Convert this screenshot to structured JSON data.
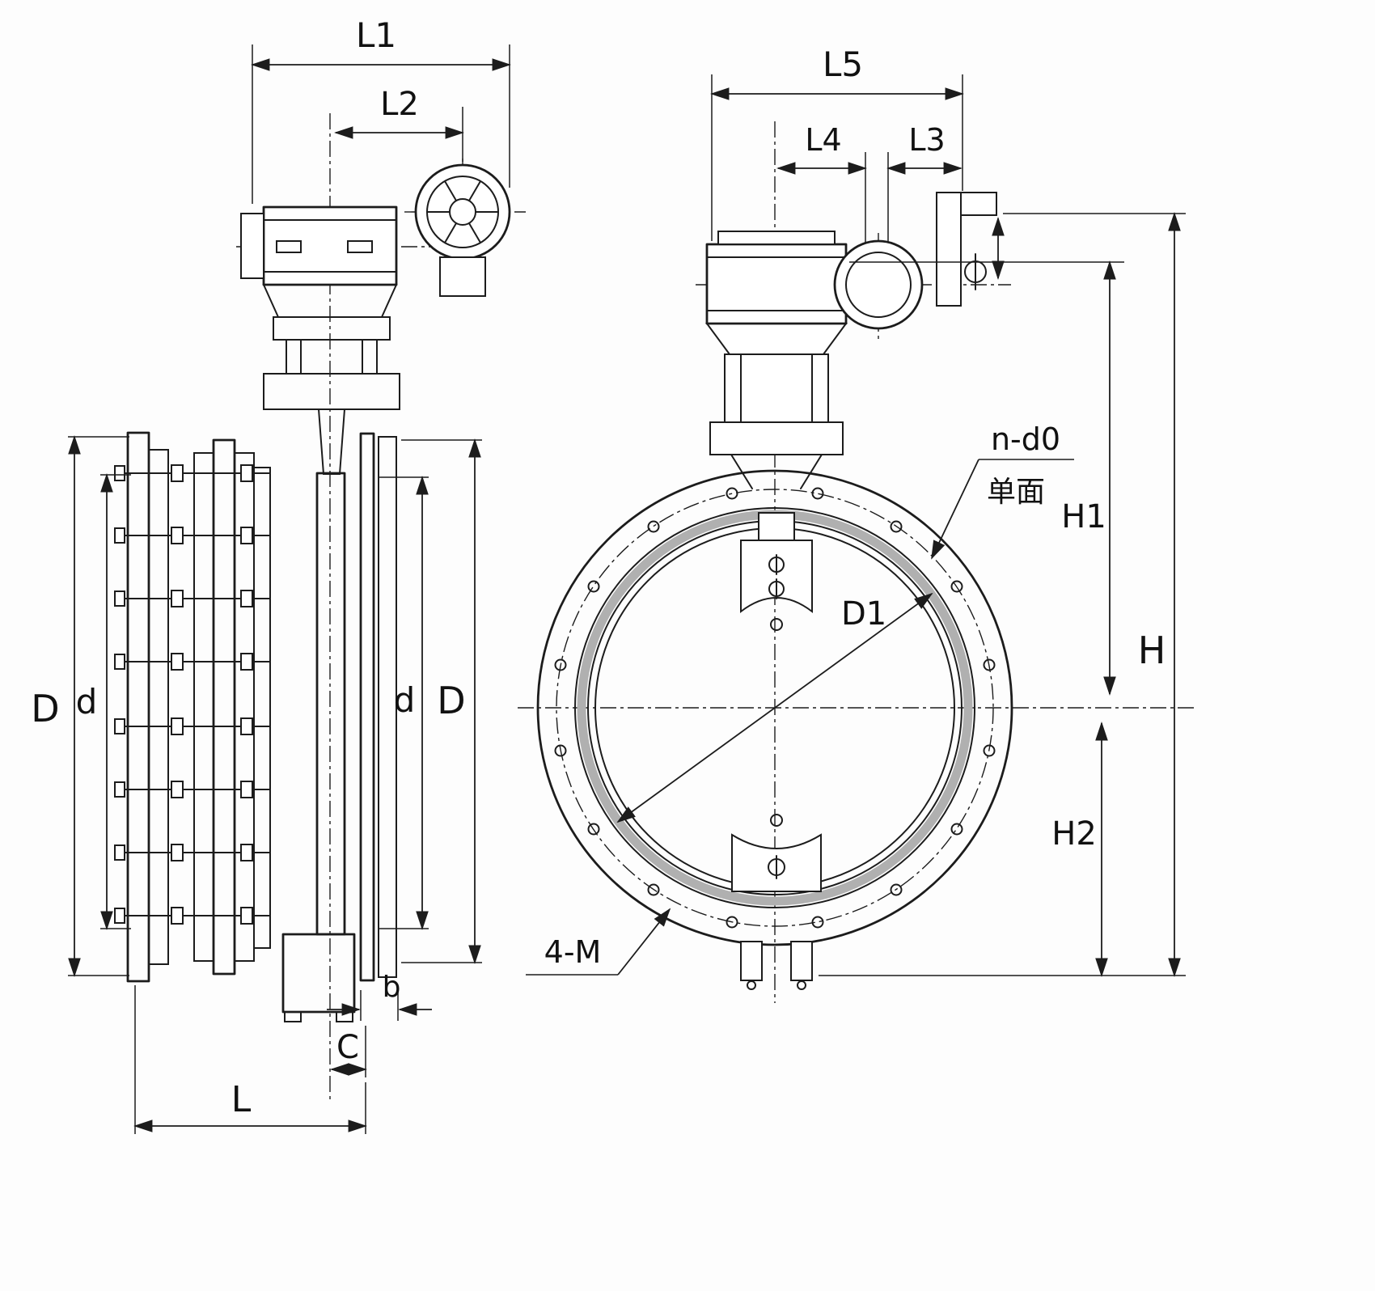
{
  "drawing": {
    "labels": {
      "l1": "L1",
      "l2": "L2",
      "l5": "L5",
      "l4": "L4",
      "l3": "L3",
      "d_outer_left": "D",
      "d_inner_left": "d",
      "d_inner_right": "d",
      "d_outer_right": "D",
      "h1": "H1",
      "h": "H",
      "h2": "H2",
      "d1": "D1",
      "bolt_spec": "n-d0",
      "single_face": "单面",
      "thread_spec": "4-M",
      "b": "b",
      "c": "C",
      "l": "L"
    },
    "colors": {
      "line": "#1c1c1c",
      "seat_ring": "#b0b0b0",
      "background": "#fdfdfd"
    }
  }
}
